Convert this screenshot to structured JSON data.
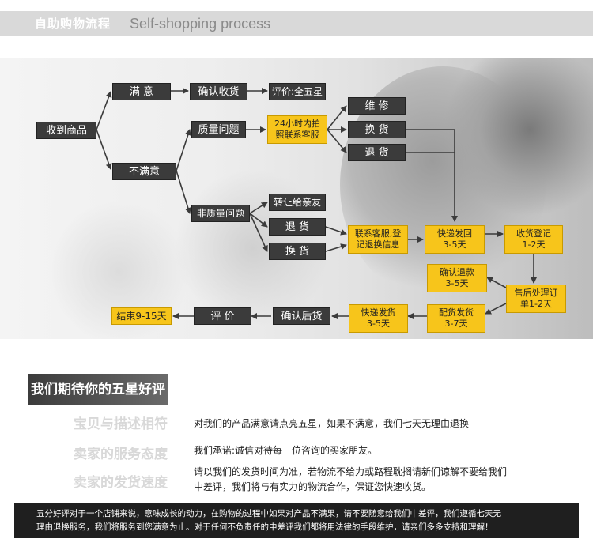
{
  "header": {
    "title_cn": "自助购物流程",
    "title_en": "Self-shopping process"
  },
  "flow": {
    "received": "收到商品",
    "satisfied": "满 意",
    "confirm_receipt": "确认收货",
    "rate_five": "评价:全五星",
    "unsatisfied": "不满意",
    "quality_issue": "质量问题",
    "photo_24h": "24小时内拍\n照联系客服",
    "repair": "维 修",
    "exchange1": "换 货",
    "return1": "退 货",
    "non_quality": "非质量问题",
    "gift": "转让给亲友",
    "return2": "退 货",
    "exchange2": "换 货",
    "contact_cs": "联系客服,登\n记退换信息",
    "ship_back": "快递发回\n3-5天",
    "receive_register": "收货登记\n1-2天",
    "after_sale": "售后处理订\n单1-2天",
    "confirm_refund": "确认退款\n3-5天",
    "dispatch": "配货发货\n3-7天",
    "express_ship": "快递发货\n3-5天",
    "confirm_after": "确认后货",
    "review": "评 价",
    "end": "结束9-15天"
  },
  "five_star": {
    "banner": "我们期待你的五星好评",
    "labels": [
      "宝贝与描述相符",
      "卖家的服务态度",
      "卖家的发货速度"
    ],
    "lines": [
      "对我们的产品满意请点亮五星，如果不满意，我们七天无理由退换",
      "我们承诺:诚信对待每一位咨询的买家朋友。",
      "请以我们的发货时间为准，若物流不给力或路程耽搁请新们谅解不要给我们\n中差评，我们将与有实力的物流合作，保证您快速收货。"
    ]
  },
  "footer": {
    "text": "五分好评对于一个店铺来说，意味成长的动力，在购物的过程中如果对产品不满果，请不要随意给我们中差评，我们遵循七天无\n理由退换服务，我们将服务到您满意为止。对于任何不负责任的中差评我们都将用法律的手段维护，请亲们多多支持和理解！"
  },
  "colors": {
    "dark_node": "#3b3b3b",
    "yellow_node": "#f7c51b",
    "connector": "#3b3b3b"
  }
}
